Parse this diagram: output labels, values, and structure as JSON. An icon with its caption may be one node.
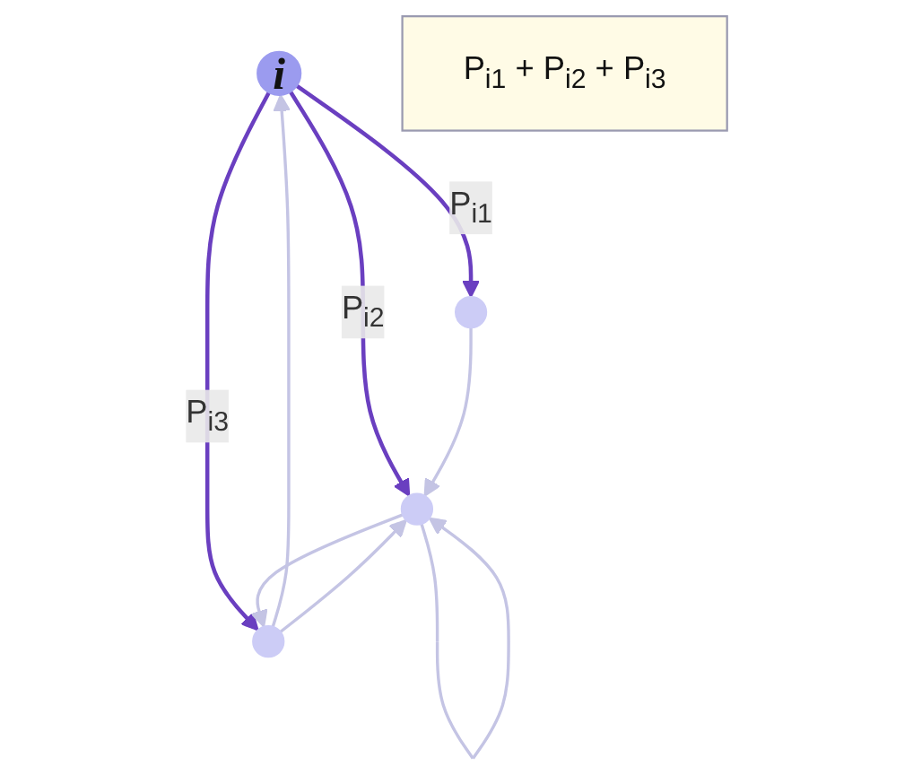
{
  "diagram": {
    "nodes": [
      {
        "text": [
          "i"
        ]
      },
      {
        "text": [],
        "shape": "circle"
      },
      {
        "text": [],
        "shape": "circle"
      },
      {
        "text": [],
        "shape": "circle"
      },
      {
        "text": [
          "P$_{i1}$ + P$_{i2}$ + P$_{i3}$"
        ]
      }
    ],
    "edges": [
      {
        "from": 0,
        "to": 2,
        "arrow": "to",
        "label": "P$_{i1}$",
        "color": "#6a3fc0"
      },
      {
        "from": 0,
        "to": 1,
        "arrow": "to",
        "label": "P$_{i3}$",
        "color": "#6a3fc0"
      },
      {
        "from": 0,
        "to": 3,
        "arrow": "to",
        "label": "P$_{i2}$",
        "color": "#6a3fc0"
      },
      {
        "from": 1,
        "to": 0,
        "arrow": "to"
      },
      {
        "from": 2,
        "to": 3,
        "arrow": "to"
      },
      {
        "from": 1,
        "to": 3,
        "arrow": "to"
      },
      {
        "from": 3,
        "to": 1,
        "arrow": "to"
      },
      {
        "from": 3,
        "to": 3,
        "arrow": "to"
      }
    ]
  }
}
